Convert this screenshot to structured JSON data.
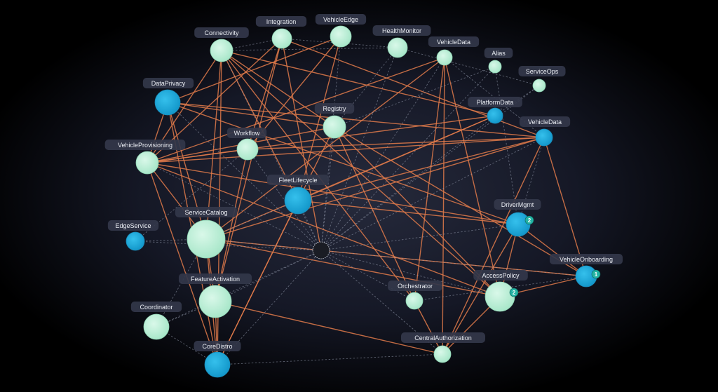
{
  "colors": {
    "background_outer": "#000000",
    "background_inner": "#262a3c",
    "edge_strong": "#e07a4a",
    "edge_weak": "#9ba3b5",
    "node_mint": "#bdf0d8",
    "node_blue": "#1fa9da",
    "label_bg": "#33374a",
    "label_text": "#e9ecf2",
    "badge_bg": "#23b3a3"
  },
  "nodes": [
    {
      "id": "connectivity",
      "label": "Connectivity",
      "kind": "mint"
    },
    {
      "id": "integration",
      "label": "Integration",
      "kind": "mint"
    },
    {
      "id": "vehicleedge",
      "label": "VehicleEdge",
      "kind": "mint"
    },
    {
      "id": "healthmonitor",
      "label": "HealthMonitor",
      "kind": "mint"
    },
    {
      "id": "vehicledata1",
      "label": "VehicleData",
      "kind": "mint"
    },
    {
      "id": "alias",
      "label": "Alias",
      "kind": "mint"
    },
    {
      "id": "serviceops",
      "label": "ServiceOps",
      "kind": "mint"
    },
    {
      "id": "dataprivacy",
      "label": "DataPrivacy",
      "kind": "blue"
    },
    {
      "id": "platformdata",
      "label": "PlatformData",
      "kind": "blue"
    },
    {
      "id": "registry",
      "label": "Registry",
      "kind": "mint"
    },
    {
      "id": "vehicledata2",
      "label": "VehicleData",
      "kind": "blue"
    },
    {
      "id": "workflow",
      "label": "Workflow",
      "kind": "mint"
    },
    {
      "id": "vehicleprovisioning",
      "label": "VehicleProvisioning",
      "kind": "mint"
    },
    {
      "id": "fleetlifecycle",
      "label": "FleetLifecycle",
      "kind": "blue"
    },
    {
      "id": "drivermgmt",
      "label": "DriverMgmt",
      "kind": "blue",
      "badge": "2"
    },
    {
      "id": "edgeservice",
      "label": "EdgeService",
      "kind": "blue"
    },
    {
      "id": "servicecatalog",
      "label": "ServiceCatalog",
      "kind": "mint"
    },
    {
      "id": "hub",
      "label": "",
      "kind": "hub"
    },
    {
      "id": "vehicleonboarding",
      "label": "VehicleOnboarding",
      "kind": "blue",
      "badge": "1"
    },
    {
      "id": "featureactivation",
      "label": "FeatureActivation",
      "kind": "mint"
    },
    {
      "id": "accesspolicy",
      "label": "AccessPolicy",
      "kind": "mint",
      "badge": "2"
    },
    {
      "id": "orchestrator",
      "label": "Orchestrator",
      "kind": "mint"
    },
    {
      "id": "coordinator",
      "label": "Coordinator",
      "kind": "mint"
    },
    {
      "id": "centralauthorization",
      "label": "CentralAuthorization",
      "kind": "mint"
    },
    {
      "id": "coredistro",
      "label": "CoreDistro",
      "kind": "blue"
    }
  ],
  "edges": [
    {
      "from": "connectivity",
      "to": "registry",
      "style": "strong"
    },
    {
      "from": "connectivity",
      "to": "fleetlifecycle",
      "style": "strong"
    },
    {
      "from": "connectivity",
      "to": "vehicleprovisioning",
      "style": "strong"
    },
    {
      "from": "connectivity",
      "to": "servicecatalog",
      "style": "strong"
    },
    {
      "from": "connectivity",
      "to": "orchestrator",
      "style": "strong"
    },
    {
      "from": "connectivity",
      "to": "platformdata",
      "style": "strong"
    },
    {
      "from": "connectivity",
      "to": "accesspolicy",
      "style": "strong"
    },
    {
      "from": "connectivity",
      "to": "integration",
      "style": "weak"
    },
    {
      "from": "connectivity",
      "to": "healthmonitor",
      "style": "weak"
    },
    {
      "from": "connectivity",
      "to": "hub",
      "style": "weak"
    },
    {
      "from": "integration",
      "to": "vehicleprovisioning",
      "style": "strong"
    },
    {
      "from": "integration",
      "to": "hub",
      "style": "strong"
    },
    {
      "from": "integration",
      "to": "workflow",
      "style": "strong"
    },
    {
      "from": "integration",
      "to": "vehicledata2",
      "style": "strong"
    },
    {
      "from": "integration",
      "to": "healthmonitor",
      "style": "weak"
    },
    {
      "from": "vehicleedge",
      "to": "dataprivacy",
      "style": "strong"
    },
    {
      "from": "vehicleedge",
      "to": "workflow",
      "style": "strong"
    },
    {
      "from": "vehicleedge",
      "to": "fleetlifecycle",
      "style": "strong"
    },
    {
      "from": "vehicleedge",
      "to": "hub",
      "style": "weak"
    },
    {
      "from": "healthmonitor",
      "to": "registry",
      "style": "weak"
    },
    {
      "from": "healthmonitor",
      "to": "hub",
      "style": "weak"
    },
    {
      "from": "healthmonitor",
      "to": "serviceops",
      "style": "weak"
    },
    {
      "from": "vehicledata1",
      "to": "orchestrator",
      "style": "strong"
    },
    {
      "from": "vehicledata1",
      "to": "centralauthorization",
      "style": "strong"
    },
    {
      "from": "vehicledata1",
      "to": "servicecatalog",
      "style": "strong"
    },
    {
      "from": "vehicledata1",
      "to": "accesspolicy",
      "style": "strong"
    },
    {
      "from": "vehicledata1",
      "to": "vehicleprovisioning",
      "style": "strong"
    },
    {
      "from": "vehicledata1",
      "to": "hub",
      "style": "weak"
    },
    {
      "from": "vehicledata1",
      "to": "vehicledata2",
      "style": "weak"
    },
    {
      "from": "alias",
      "to": "registry",
      "style": "weak"
    },
    {
      "from": "alias",
      "to": "hub",
      "style": "weak"
    },
    {
      "from": "alias",
      "to": "drivermgmt",
      "style": "weak"
    },
    {
      "from": "serviceops",
      "to": "platformdata",
      "style": "weak"
    },
    {
      "from": "serviceops",
      "to": "hub",
      "style": "weak"
    },
    {
      "from": "dataprivacy",
      "to": "registry",
      "style": "strong"
    },
    {
      "from": "dataprivacy",
      "to": "vehicledata2",
      "style": "strong"
    },
    {
      "from": "dataprivacy",
      "to": "drivermgmt",
      "style": "strong"
    },
    {
      "from": "dataprivacy",
      "to": "servicecatalog",
      "style": "strong"
    },
    {
      "from": "dataprivacy",
      "to": "coredistro",
      "style": "strong"
    },
    {
      "from": "dataprivacy",
      "to": "hub",
      "style": "weak"
    },
    {
      "from": "platformdata",
      "to": "vehicleprovisioning",
      "style": "strong"
    },
    {
      "from": "platformdata",
      "to": "fleetlifecycle",
      "style": "strong"
    },
    {
      "from": "platformdata",
      "to": "servicecatalog",
      "style": "strong"
    },
    {
      "from": "platformdata",
      "to": "hub",
      "style": "weak"
    },
    {
      "from": "registry",
      "to": "accesspolicy",
      "style": "strong"
    },
    {
      "from": "registry",
      "to": "vehicleonboarding",
      "style": "strong"
    },
    {
      "from": "registry",
      "to": "vehicleprovisioning",
      "style": "strong"
    },
    {
      "from": "registry",
      "to": "coredistro",
      "style": "strong"
    },
    {
      "from": "registry",
      "to": "orchestrator",
      "style": "strong"
    },
    {
      "from": "registry",
      "to": "hub",
      "style": "weak"
    },
    {
      "from": "vehicledata2",
      "to": "vehicleprovisioning",
      "style": "strong"
    },
    {
      "from": "vehicledata2",
      "to": "servicecatalog",
      "style": "strong"
    },
    {
      "from": "vehicledata2",
      "to": "fleetlifecycle",
      "style": "strong"
    },
    {
      "from": "vehicledata2",
      "to": "centralauthorization",
      "style": "strong"
    },
    {
      "from": "vehicledata2",
      "to": "workflow",
      "style": "strong"
    },
    {
      "from": "vehicledata2",
      "to": "vehicleonboarding",
      "style": "strong"
    },
    {
      "from": "vehicledata2",
      "to": "drivermgmt",
      "style": "weak"
    },
    {
      "from": "vehicledata2",
      "to": "hub",
      "style": "weak"
    },
    {
      "from": "workflow",
      "to": "vehicleprovisioning",
      "style": "strong"
    },
    {
      "from": "workflow",
      "to": "featureactivation",
      "style": "strong"
    },
    {
      "from": "workflow",
      "to": "edgeservice",
      "style": "weak"
    },
    {
      "from": "workflow",
      "to": "hub",
      "style": "weak"
    },
    {
      "from": "vehicleprovisioning",
      "to": "coredistro",
      "style": "strong"
    },
    {
      "from": "vehicleprovisioning",
      "to": "drivermgmt",
      "style": "strong"
    },
    {
      "from": "vehicleprovisioning",
      "to": "accesspolicy",
      "style": "strong"
    },
    {
      "from": "vehicleprovisioning",
      "to": "servicecatalog",
      "style": "strong"
    },
    {
      "from": "vehicleprovisioning",
      "to": "hub",
      "style": "weak"
    },
    {
      "from": "fleetlifecycle",
      "to": "coredistro",
      "style": "strong"
    },
    {
      "from": "fleetlifecycle",
      "to": "drivermgmt",
      "style": "strong"
    },
    {
      "from": "fleetlifecycle",
      "to": "servicecatalog",
      "style": "weak"
    },
    {
      "from": "fleetlifecycle",
      "to": "hub",
      "style": "weak"
    },
    {
      "from": "drivermgmt",
      "to": "centralauthorization",
      "style": "strong"
    },
    {
      "from": "drivermgmt",
      "to": "vehicleonboarding",
      "style": "strong"
    },
    {
      "from": "drivermgmt",
      "to": "hub",
      "style": "weak"
    },
    {
      "from": "drivermgmt",
      "to": "accesspolicy",
      "style": "strong"
    },
    {
      "from": "servicecatalog",
      "to": "accesspolicy",
      "style": "strong"
    },
    {
      "from": "servicecatalog",
      "to": "vehicleonboarding",
      "style": "strong"
    },
    {
      "from": "servicecatalog",
      "to": "featureactivation",
      "style": "strong"
    },
    {
      "from": "servicecatalog",
      "to": "coredistro",
      "style": "strong"
    },
    {
      "from": "servicecatalog",
      "to": "coordinator",
      "style": "weak"
    },
    {
      "from": "servicecatalog",
      "to": "hub",
      "style": "weak"
    },
    {
      "from": "edgeservice",
      "to": "hub",
      "style": "weak"
    },
    {
      "from": "edgeservice",
      "to": "servicecatalog",
      "style": "weak"
    },
    {
      "from": "featureactivation",
      "to": "centralauthorization",
      "style": "strong"
    },
    {
      "from": "featureactivation",
      "to": "coordinator",
      "style": "weak"
    },
    {
      "from": "featureactivation",
      "to": "hub",
      "style": "weak"
    },
    {
      "from": "featureactivation",
      "to": "coredistro",
      "style": "strong"
    },
    {
      "from": "coordinator",
      "to": "coredistro",
      "style": "weak"
    },
    {
      "from": "coordinator",
      "to": "hub",
      "style": "weak"
    },
    {
      "from": "accesspolicy",
      "to": "vehicleonboarding",
      "style": "strong"
    },
    {
      "from": "accesspolicy",
      "to": "centralauthorization",
      "style": "strong"
    },
    {
      "from": "accesspolicy",
      "to": "hub",
      "style": "weak"
    },
    {
      "from": "orchestrator",
      "to": "centralauthorization",
      "style": "strong"
    },
    {
      "from": "orchestrator",
      "to": "hub",
      "style": "weak"
    },
    {
      "from": "orchestrator",
      "to": "vehicleonboarding",
      "style": "weak"
    },
    {
      "from": "centralauthorization",
      "to": "hub",
      "style": "weak"
    },
    {
      "from": "centralauthorization",
      "to": "coredistro",
      "style": "weak"
    },
    {
      "from": "coredistro",
      "to": "hub",
      "style": "weak"
    },
    {
      "from": "hub",
      "to": "vehicleonboarding",
      "style": "weak"
    },
    {
      "from": "dataprivacy",
      "to": "vehicleprovisioning",
      "style": "strong"
    },
    {
      "from": "connectivity",
      "to": "coredistro",
      "style": "strong"
    },
    {
      "from": "integration",
      "to": "featureactivation",
      "style": "strong"
    }
  ]
}
